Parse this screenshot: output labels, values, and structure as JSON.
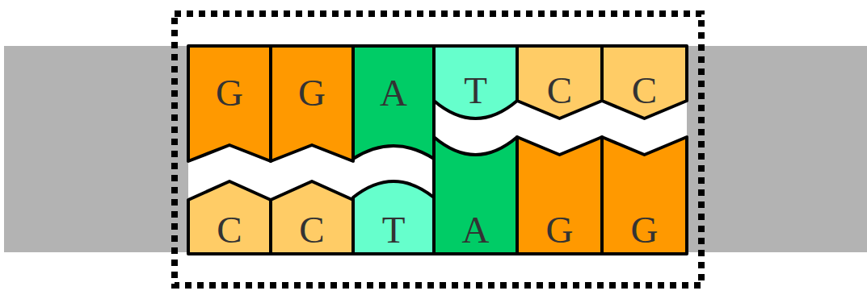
{
  "diagram": {
    "nodes": [
      {
        "text": [
          "G"
        ]
      },
      {
        "text": [
          "G"
        ]
      },
      {
        "text": [
          "A"
        ]
      },
      {
        "text": [
          "T"
        ]
      },
      {
        "text": [
          "C"
        ]
      },
      {
        "text": [
          "C"
        ]
      },
      {
        "text": [
          "C"
        ]
      },
      {
        "text": [
          "C"
        ]
      },
      {
        "text": [
          "T"
        ]
      },
      {
        "text": [
          "A"
        ]
      },
      {
        "text": [
          "G"
        ]
      },
      {
        "text": [
          "G"
        ]
      }
    ]
  }
}
